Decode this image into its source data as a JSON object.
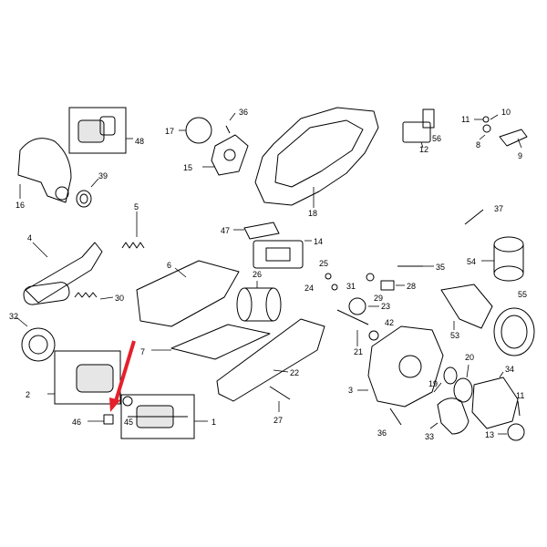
{
  "accent_color": "#e5202a",
  "callouts": [
    {
      "id": "c1",
      "text": "1"
    },
    {
      "id": "c2",
      "text": "2"
    },
    {
      "id": "c3",
      "text": "3"
    },
    {
      "id": "c4",
      "text": "4"
    },
    {
      "id": "c5",
      "text": "5"
    },
    {
      "id": "c6",
      "text": "6"
    },
    {
      "id": "c7",
      "text": "7"
    },
    {
      "id": "c8",
      "text": "8"
    },
    {
      "id": "c9",
      "text": "9"
    },
    {
      "id": "c10",
      "text": "10"
    },
    {
      "id": "c11a",
      "text": "11"
    },
    {
      "id": "c11b",
      "text": "11"
    },
    {
      "id": "c12",
      "text": "12"
    },
    {
      "id": "c13",
      "text": "13"
    },
    {
      "id": "c14",
      "text": "14"
    },
    {
      "id": "c15",
      "text": "15"
    },
    {
      "id": "c16",
      "text": "16"
    },
    {
      "id": "c17",
      "text": "17"
    },
    {
      "id": "c18",
      "text": "18"
    },
    {
      "id": "c19",
      "text": "19"
    },
    {
      "id": "c20",
      "text": "20"
    },
    {
      "id": "c21",
      "text": "21"
    },
    {
      "id": "c22",
      "text": "22"
    },
    {
      "id": "c23",
      "text": "23"
    },
    {
      "id": "c24",
      "text": "24"
    },
    {
      "id": "c25",
      "text": "25"
    },
    {
      "id": "c26",
      "text": "26"
    },
    {
      "id": "c27",
      "text": "27"
    },
    {
      "id": "c28",
      "text": "28"
    },
    {
      "id": "c29",
      "text": "29"
    },
    {
      "id": "c30",
      "text": "30"
    },
    {
      "id": "c31",
      "text": "31"
    },
    {
      "id": "c32",
      "text": "32"
    },
    {
      "id": "c33",
      "text": "33"
    },
    {
      "id": "c34",
      "text": "34"
    },
    {
      "id": "c35",
      "text": "35"
    },
    {
      "id": "c36a",
      "text": "36"
    },
    {
      "id": "c36b",
      "text": "36"
    },
    {
      "id": "c37",
      "text": "37"
    },
    {
      "id": "c39",
      "text": "39"
    },
    {
      "id": "c42",
      "text": "42"
    },
    {
      "id": "c45",
      "text": "45"
    },
    {
      "id": "c46",
      "text": "46"
    },
    {
      "id": "c47",
      "text": "47"
    },
    {
      "id": "c48",
      "text": "48"
    },
    {
      "id": "c53",
      "text": "53"
    },
    {
      "id": "c54",
      "text": "54"
    },
    {
      "id": "c55",
      "text": "55"
    },
    {
      "id": "c56",
      "text": "56"
    }
  ]
}
